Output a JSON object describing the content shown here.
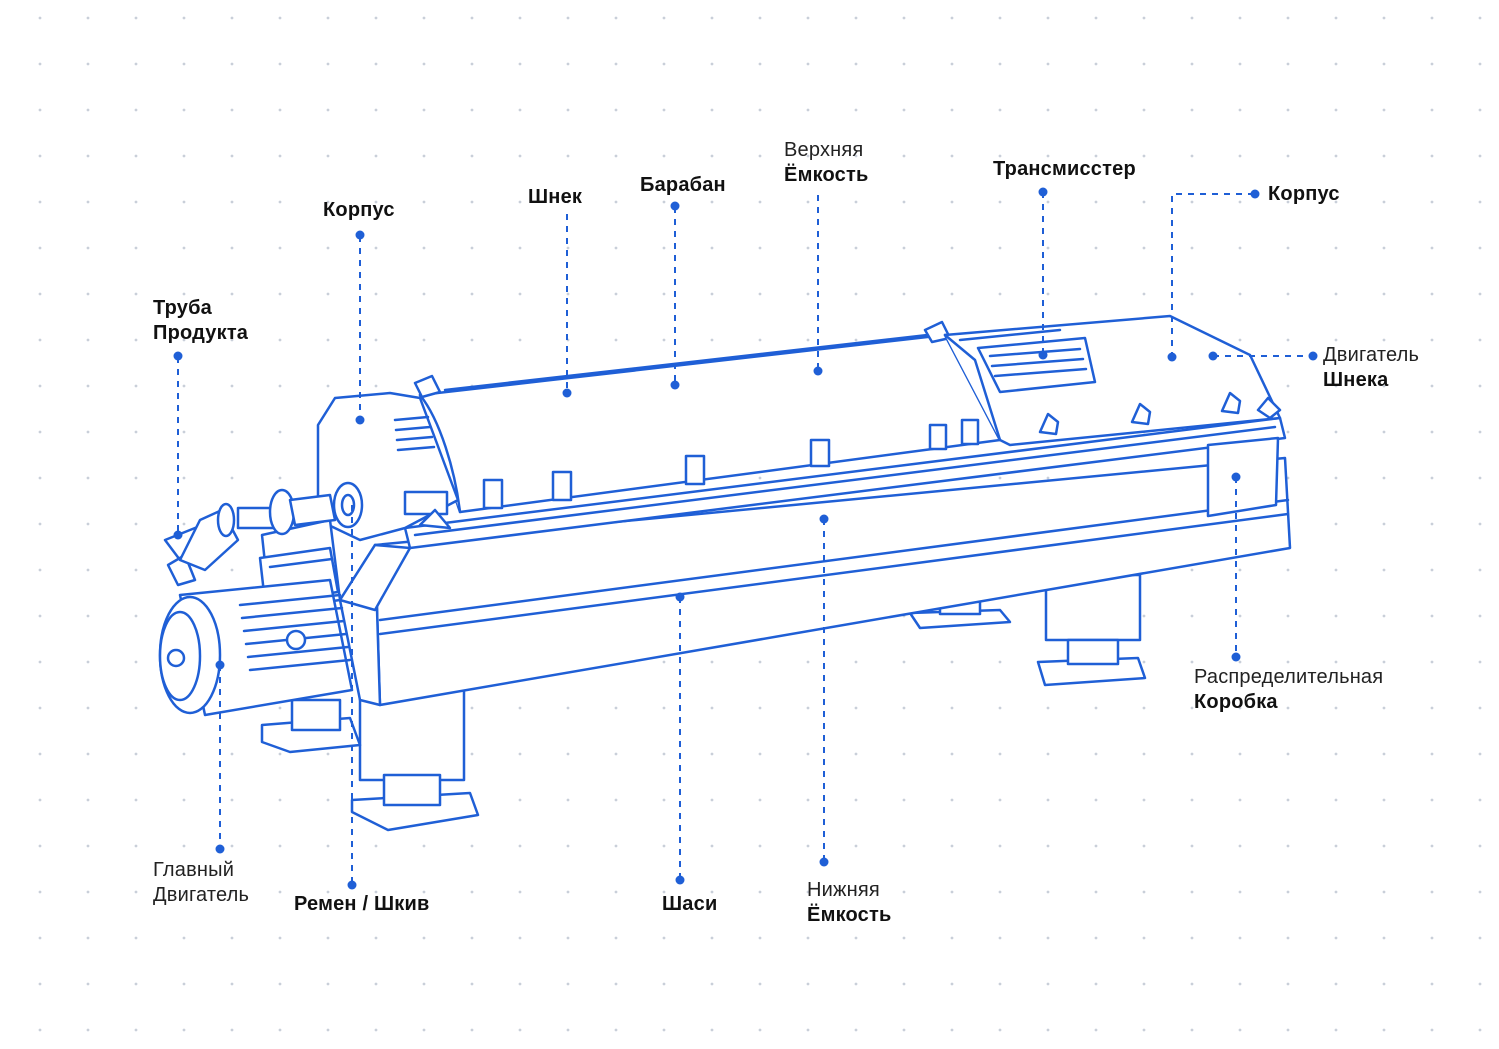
{
  "colors": {
    "accent": "#1f5fd6",
    "line": "#1f5fd6",
    "text": "#111111",
    "background": "#ffffff",
    "dots": "#c9cfd9"
  },
  "labels": {
    "pipe": {
      "line1": "Труба",
      "line2": "Продукта"
    },
    "housing_left": "Корпус",
    "screw": "Шнек",
    "drum": "Барабан",
    "upper_tank": {
      "line1": "Верхняя",
      "line2": "Ёмкость"
    },
    "transmitter": "Трансмисстер",
    "housing_right": "Корпус",
    "screw_motor": {
      "line1": "Двигатель",
      "line2": "Шнека"
    },
    "distribution_box": {
      "line1": "Распределительная",
      "line2": "Коробка"
    },
    "main_motor": {
      "line1": "Главный",
      "line2": "Двигатель"
    },
    "belt_pulley": "Ремен / Шкив",
    "chassis": "Шаси",
    "lower_tank": {
      "line1": "Нижняя",
      "line2": "Ёмкость"
    }
  }
}
